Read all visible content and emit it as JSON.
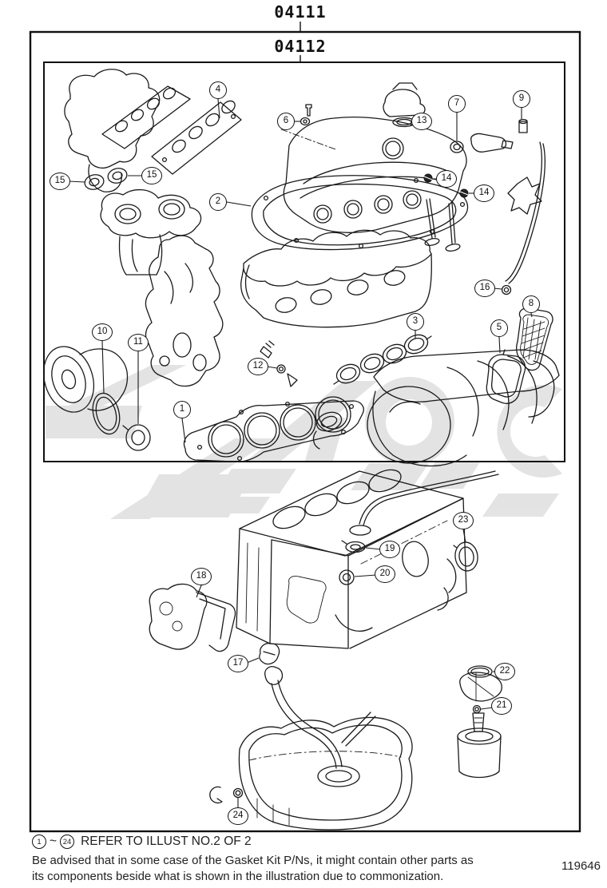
{
  "header": {
    "outer_code": "04111",
    "inner_code": "04112"
  },
  "callouts": [
    {
      "label": "4"
    },
    {
      "label": "6"
    },
    {
      "label": "13"
    },
    {
      "label": "7"
    },
    {
      "label": "9"
    },
    {
      "label": "15"
    },
    {
      "label": "15"
    },
    {
      "label": "2"
    },
    {
      "label": "14"
    },
    {
      "label": "14"
    },
    {
      "label": "16"
    },
    {
      "label": "10"
    },
    {
      "label": "11"
    },
    {
      "label": "12"
    },
    {
      "label": "1"
    },
    {
      "label": "3"
    },
    {
      "label": "5"
    },
    {
      "label": "8"
    },
    {
      "label": "18"
    },
    {
      "label": "19"
    },
    {
      "label": "20"
    },
    {
      "label": "23"
    },
    {
      "label": "17"
    },
    {
      "label": "22"
    },
    {
      "label": "21"
    },
    {
      "label": "24"
    }
  ],
  "footer": {
    "from_label": "1",
    "tilde": "~",
    "to_label": "24",
    "refer_text": "REFER TO ILLUST NO.2 OF 2",
    "note_line1": "Be advised that in some case of the Gasket Kit P/Ns,  it might contain other parts as",
    "note_line2": "its components beside what is shown in the illustration due to commonization.",
    "doc_number": "119646"
  },
  "colors": {
    "ink": "#1a1a1a",
    "watermark": "#c9c9c9",
    "background": "#ffffff"
  }
}
